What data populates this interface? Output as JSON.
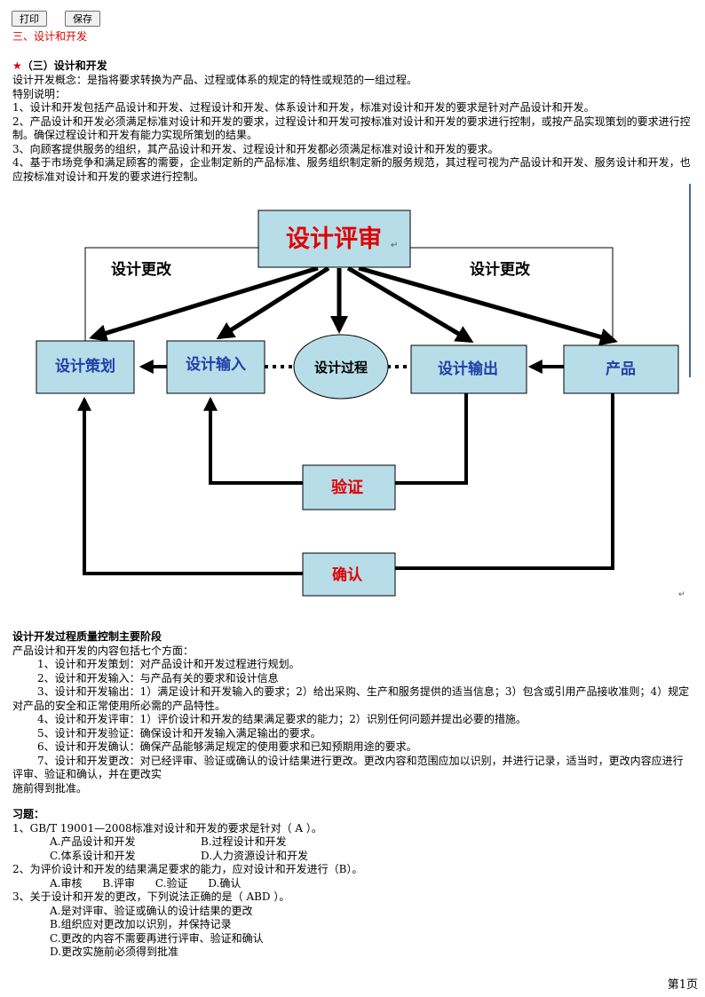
{
  "toolbar": {
    "print_label": "打印",
    "save_label": "保存"
  },
  "section_title": "三、设计和开发",
  "star": "★",
  "sub_title": "（三）设计和开发",
  "intro": {
    "concept": "设计开发概念：是指将要求转换为产品、过程或体系的规定的特性或规范的一组过程。",
    "special_note": "特别说明：",
    "p1": "1、设计和开发包括产品设计和开发、过程设计和开发、体系设计和开发，标准对设计和开发的要求是针对产品设计和开发。",
    "p2": " 2、产品设计和开发必须满足标准对设计和开发的要求，过程设计和开发可按标准对设计和开发的要求进行控制，或按产品实现策划的要求进行控制。确保过程设计和开发有能力实现所策划的结果。",
    "p3": " 3、向顾客提供服务的组织，其产品设计和开发、过程设计和开发都必须满足标准对设计和开发的要求。",
    "p4": " 4、基于市场竞争和满足顾客的需要，企业制定新的产品标准、服务组织制定新的服务规范，其过程可视为产品设计和开发、服务设计和开发，也应按标准对设计和开发的要求进行控制。"
  },
  "diagram": {
    "review": "设计评审",
    "change_left": "设计更改",
    "change_right": "设计更改",
    "planning": "设计策划",
    "input": "设计输入",
    "process": "设计过程",
    "output": "设计输出",
    "product": "产品",
    "verification": "验证",
    "validation": "确认",
    "para_mark": "↵"
  },
  "stages": {
    "title": "设计开发过程质量控制主要阶段",
    "intro": "产品设计和开发的内容包括七个方面：",
    "items": [
      "1、设计和开发策划：对产品设计和开发过程进行规划。",
      "2、设计和开发输入：与产品有关的要求和设计信息",
      "3、设计和开发输出：1）满足设计和开发输入的要求；2）给出采购、生产和服务提供的适当信息；3）包含或引用产品接收准则；4）规定对产品的安全和正常使用所必需的产品特性。",
      "4、设计和开发评审：1）评价设计和开发的结果满足要求的能力；2）识别任何问题并提出必要的措施。",
      "5、设计和开发验证：确保设计和开发输入满足输出的要求。",
      "6、设计和开发确认：确保产品能够满足规定的使用要求和已知预期用途的要求。",
      "7、设计和开发更改：对已经评审、验证或确认的设计结果进行更改。更改内容和范围应加以识别，并进行记录，适当时，更改内容应进行评审、验证和确认，并在更改实"
    ],
    "tail": "施前得到批准。"
  },
  "exercises": {
    "title": "习题：",
    "q1": "1、GB/T 19001—2008标准对设计和开发的要求是针对（  A  ）。",
    "q1_a": "A.产品设计和开发",
    "q1_b": "B.过程设计和开发",
    "q1_c": "C.体系设计和开发",
    "q1_d": "D.人力资源设计和开发",
    "q2": "2、为评价设计和开发的结果满足要求的能力，应对设计和开发进行（B）。",
    "q2_opts": "A.审核      B.评审      C.验证      D.确认",
    "q3": "3、关于设计和开发的更改，下列说法正确的是（ ABD ）。",
    "q3_a": "A.是对评审、验证或确认的设计结果的更改",
    "q3_b": "B.组织应对更改加以识别，并保持记录",
    "q3_c": "C.更改的内容不需要再进行评审、验证和确认",
    "q3_d": "D.更改实施前必须得到批准"
  },
  "footer": {
    "page": "第1页"
  },
  "colors": {
    "box_fill": "#b7dde8",
    "title_red": "#e00000",
    "text_blue": "#1f3fa8"
  }
}
